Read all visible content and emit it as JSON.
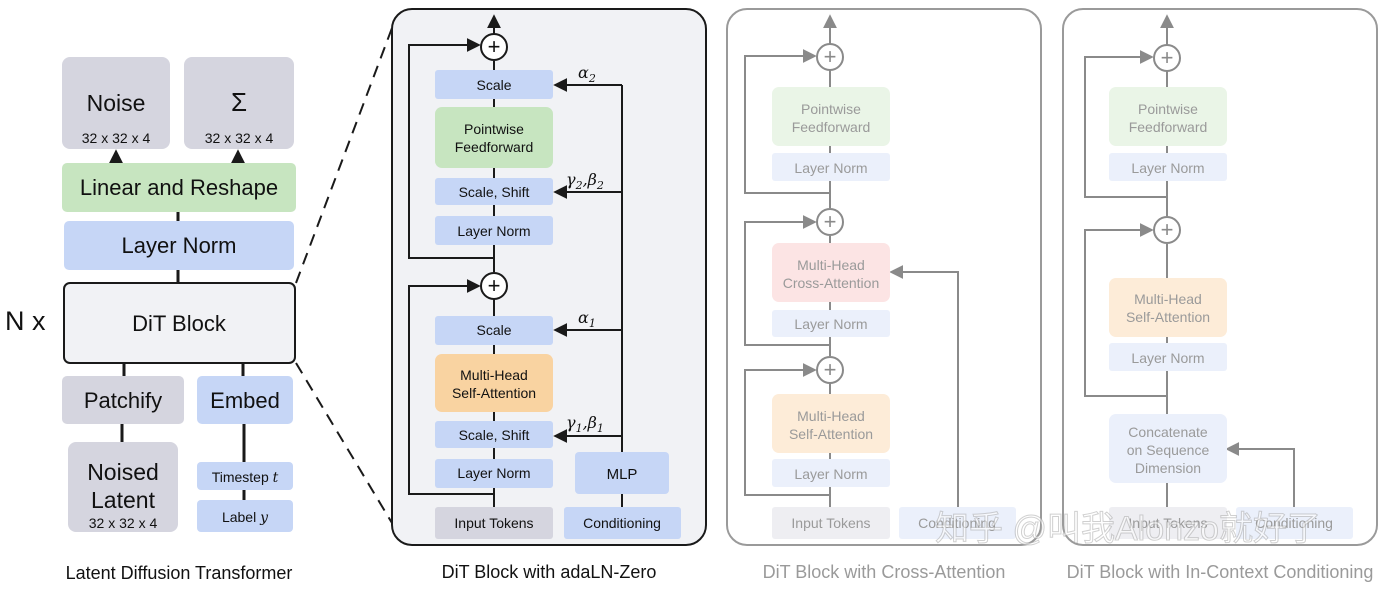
{
  "colors": {
    "gray_box": "#d5d5df",
    "blue_box": "#c6d6f6",
    "green_box": "#c7e5c0",
    "orange_box": "#f9d3a1",
    "red_box": "#f8cccd",
    "panel_fill": "#f1f2f5",
    "line": "#1a1a1a",
    "faded_line": "#8a8a8a"
  },
  "left": {
    "noise": {
      "label": "Noise",
      "shape": "32 x 32 x 4"
    },
    "sigma": {
      "label": "Σ",
      "shape": "32 x 32 x 4"
    },
    "linear_reshape": "Linear and Reshape",
    "layer_norm": "Layer Norm",
    "n_x": "N x",
    "dit_block": "DiT Block",
    "patchify": "Patchify",
    "embed": "Embed",
    "noised_latent": {
      "line1": "Noised",
      "line2": "Latent",
      "shape": "32 x 32 x 4"
    },
    "timestep": {
      "label": "Timestep",
      "var": "t"
    },
    "label": {
      "label": "Label",
      "var": "y"
    },
    "caption": "Latent Diffusion Transformer"
  },
  "adaln": {
    "scale_top": "Scale",
    "pointwise": {
      "line1": "Pointwise",
      "line2": "Feedforward"
    },
    "scale_shift_top": "Scale, Shift",
    "layer_norm_top": "Layer Norm",
    "scale_mid": "Scale",
    "mhsa": {
      "line1": "Multi-Head",
      "line2": "Self-Attention"
    },
    "scale_shift_bottom": "Scale, Shift",
    "layer_norm_bottom": "Layer Norm",
    "mlp": "MLP",
    "input_tokens": "Input Tokens",
    "conditioning": "Conditioning",
    "plus": "+",
    "alpha": "α",
    "gamma": "γ",
    "beta": "β",
    "comma": ",",
    "sub1": "1",
    "sub2": "2",
    "caption": "DiT Block with adaLN-Zero"
  },
  "cross": {
    "pointwise": {
      "line1": "Pointwise",
      "line2": "Feedforward"
    },
    "layer_norm_1": "Layer Norm",
    "mhca": {
      "line1": "Multi-Head",
      "line2": "Cross-Attention"
    },
    "layer_norm_2": "Layer Norm",
    "mhsa": {
      "line1": "Multi-Head",
      "line2": "Self-Attention"
    },
    "layer_norm_3": "Layer Norm",
    "input_tokens": "Input Tokens",
    "conditioning": "Conditioning",
    "caption": "DiT Block with Cross-Attention"
  },
  "incontext": {
    "pointwise": {
      "line1": "Pointwise",
      "line2": "Feedforward"
    },
    "layer_norm_1": "Layer Norm",
    "mhsa": {
      "line1": "Multi-Head",
      "line2": "Self-Attention"
    },
    "layer_norm_2": "Layer Norm",
    "concat": {
      "line1": "Concatenate",
      "line2": "on Sequence",
      "line3": "Dimension"
    },
    "input_tokens": "Input Tokens",
    "conditioning": "Conditioning",
    "caption": "DiT Block with In-Context Conditioning"
  },
  "watermark": "知乎 @叫我Alonzo就好了"
}
